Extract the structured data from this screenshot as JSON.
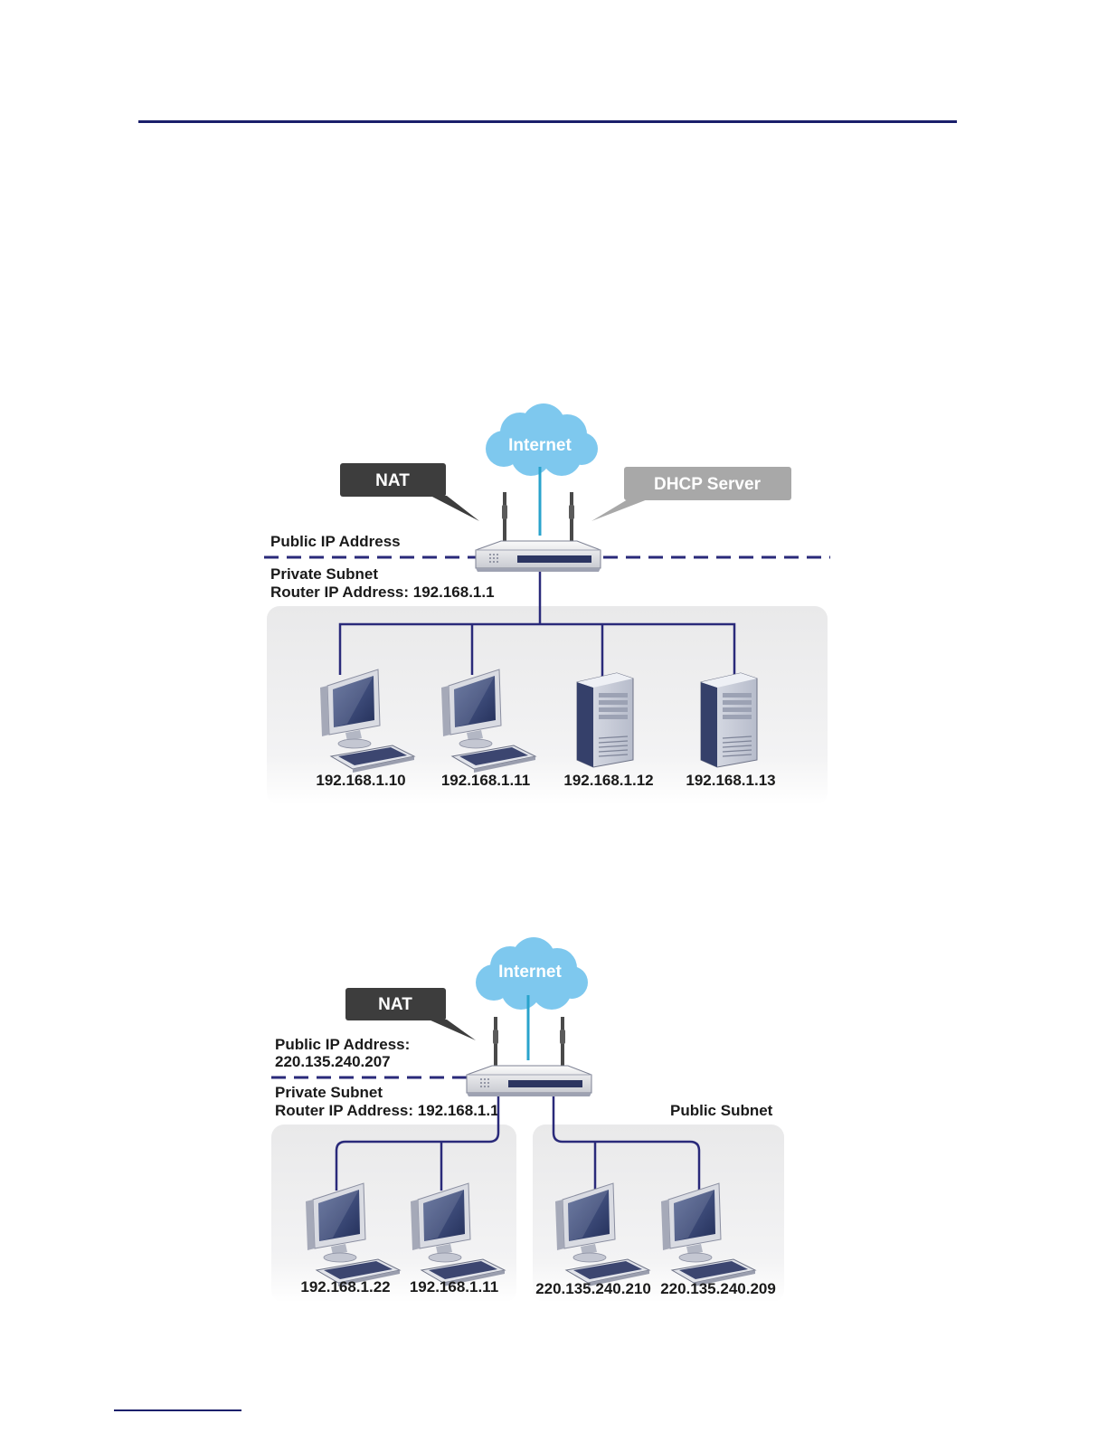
{
  "diagram1": {
    "cloud_label": "Internet",
    "nat_label": "NAT",
    "dhcp_label": "DHCP Server",
    "public_ip_label": "Public IP Address",
    "private_subnet_label": "Private Subnet",
    "router_ip_label": "Router IP Address: 192.168.1.1",
    "hosts": [
      {
        "ip": "192.168.1.10",
        "type": "pc"
      },
      {
        "ip": "192.168.1.11",
        "type": "pc"
      },
      {
        "ip": "192.168.1.12",
        "type": "server"
      },
      {
        "ip": "192.168.1.13",
        "type": "server"
      }
    ]
  },
  "diagram2": {
    "cloud_label": "Internet",
    "nat_label": "NAT",
    "public_ip_label": "Public IP Address:",
    "public_ip_value": "220.135.240.207",
    "private_subnet_label": "Private Subnet",
    "router_ip_label": "Router IP Address: 192.168.1.1",
    "public_subnet_label": "Public Subnet",
    "hosts": [
      {
        "ip": "192.168.1.22",
        "type": "pc"
      },
      {
        "ip": "192.168.1.11",
        "type": "pc"
      },
      {
        "ip": "220.135.240.210",
        "type": "pc"
      },
      {
        "ip": "220.135.240.209",
        "type": "pc"
      }
    ]
  },
  "colors": {
    "rule": "#1a1f6b",
    "link": "#2a2a7a",
    "cloud": "#7ec8ee",
    "uplink": "#29a3cc",
    "nat_callout": "#3d3d3d",
    "dhcp_callout": "#a8a8a8"
  }
}
